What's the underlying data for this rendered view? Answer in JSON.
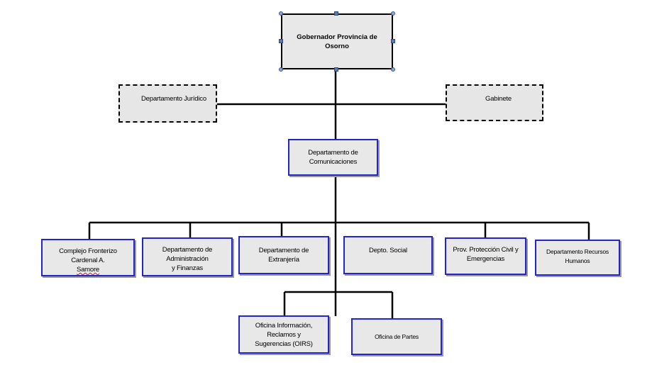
{
  "colors": {
    "box_fill": "#e8e8e8",
    "blue_border": "#2424c8",
    "line": "#000000",
    "handle": "#5a78b4"
  },
  "nodes": {
    "root": "Gobernador  Provincia   de Osorno",
    "juridico": "Departamento Jurídico",
    "gabinete": "Gabinete",
    "comunicaciones_l1": "Departamento de",
    "comunicaciones_l2": "Comunicaciones",
    "complejo_l1": "Complejo Fronterizo  Cardenal A.",
    "complejo_l2": "Samore",
    "administracion_l1": "Departamento de Administración",
    "administracion_l2": "y Finanzas",
    "extranjeria": "Departamento de Extranjería",
    "social": "Depto. Social",
    "proteccion_l1": "Prov. Protección Civil y",
    "proteccion_l2": "Emergencias",
    "rrhh_l1": "Departamento   Recursos",
    "rrhh_l2": "Humanos",
    "oirs_l1": "Oficina Información, Reclamos y",
    "oirs_l2": "Sugerencias  (OIRS)",
    "partes": "Oficina   de  Partes"
  }
}
